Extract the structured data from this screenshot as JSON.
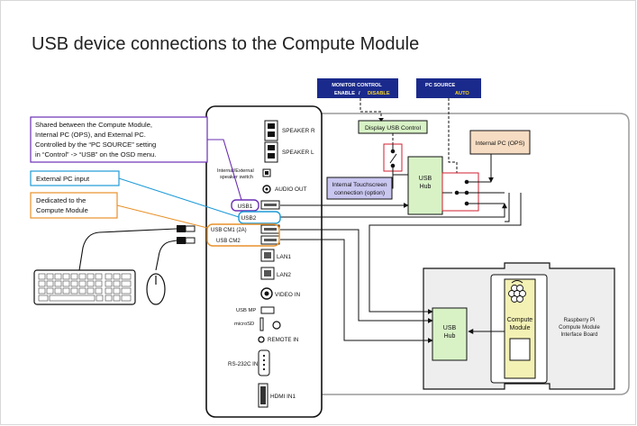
{
  "heading": "USB device connections to the Compute Module",
  "colors": {
    "purple": "#6b2fb3",
    "blue": "#1e9bd7",
    "orange": "#e8912a",
    "navy": "#1a2a8c",
    "yellow": "#f3f1b4",
    "green": "#d8f2c6",
    "lavender": "#c9c6f0",
    "peach": "#f6dcc2",
    "red": "#d11f2f"
  },
  "callouts": {
    "shared": [
      "Shared between the Compute Module,",
      "Internal PC (OPS), and External PC.",
      "Controlled by the “PC SOURCE” setting",
      "in “Control” -> “USB” on the OSD menu."
    ],
    "external": "External PC input",
    "dedicated": [
      "Dedicated to the",
      "Compute Module"
    ]
  },
  "osd": {
    "monitor_title": "MONITOR CONTROL",
    "monitor_enable": "ENABLE",
    "monitor_sep": "/",
    "monitor_disable": "DISABLE",
    "pc_title": "PC SOURCE",
    "pc_value": "AUTO"
  },
  "boxes": {
    "display_usb": "Display USB Control",
    "touch": [
      "Internal Touchscreen",
      "connection (option)"
    ],
    "usb_hub_top": [
      "USB",
      "Hub"
    ],
    "usb_hub_bottom": [
      "USB",
      "Hub"
    ],
    "ops": "Internal PC (OPS)",
    "compute": [
      "Compute",
      "Module"
    ],
    "rpi_board": [
      "Raspberry Pi",
      "Compute Module",
      "Interface Board"
    ]
  },
  "ports": {
    "speaker_r": "SPEAKER R",
    "speaker_l": "SPEAKER L",
    "spk_switch": [
      "Internal/External",
      "speaker switch"
    ],
    "audio_out": "AUDIO OUT",
    "usb1": "USB1",
    "usb2": "USB2",
    "usb_cm1": "USB CM1 (2A)",
    "usb_cm2": "USB CM2",
    "lan1": "LAN1",
    "lan2": "LAN2",
    "video_in": "VIDEO IN",
    "usb_mp": "USB MP",
    "microsd": "microSD",
    "remote_in": "REMOTE IN",
    "rs232c": "RS-232C IN",
    "hdmi": "HDMI IN1"
  }
}
